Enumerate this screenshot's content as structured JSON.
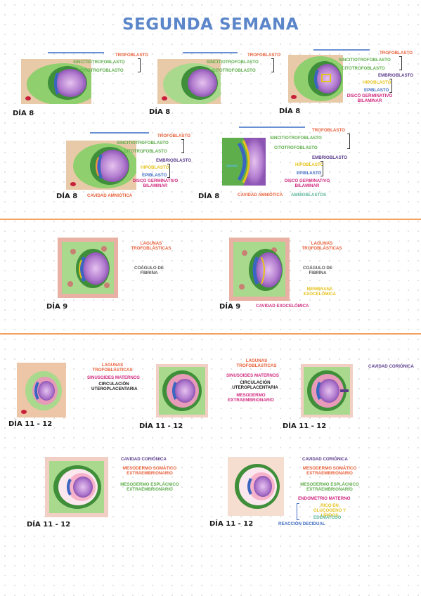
{
  "page": {
    "title": "SEGUNDA SEMANA",
    "colors": {
      "title": "#5b86c9",
      "orange": "#e8603a",
      "green": "#5fae4c",
      "purple": "#5a3c8c",
      "yellow": "#e6c21c",
      "blue": "#3f6cc2",
      "magenta": "#d12a80",
      "teal": "#5ab59a",
      "divider": "#f1a25e"
    }
  },
  "days": {
    "d8": "DÍA 8",
    "d9": "DÍA 9",
    "d11": "DÍA 11 - 12"
  },
  "labels": {
    "trofoblasto": "TROFOBLASTO",
    "sincitio": "SINCITIOTROFOBLASTO",
    "citotrofoblasto": "CITOTROFOBLASTO",
    "embrioblasto": "EMBRIOBLASTO",
    "hipoblasto": "HIPOBLASTO",
    "epiblasto": "EPIBLASTO",
    "disco": "DISCO GERMINATIVO BILAMINAR",
    "cavidad_amniotica": "CAVIDAD AMNIÓTICA",
    "amnioblastos": "AMNIOBLASTOS",
    "lagunas": "LAGUNAS TROFOBLÁSTICAS",
    "coagulo": "COÁGULO DE FIBRINA",
    "membrana": "MEMBRANA EXOCELÓMICA",
    "cavidad_exocelomica": "CAVIDAD EXOCELÓMICA",
    "sinusoides": "SINUSOIDES MATERNOS",
    "circulacion": "CIRCULACIÓN UTEROPLACENTARIA",
    "mesodermo_extra": "MESODERMO EXTRAEMBRIONARIO",
    "cavidad_corionica": "CAVIDAD CORIÓNICA",
    "meso_somatico": "MESODERMO SOMÁTICO EXTRAEMBRIONARIO",
    "meso_esplacnico": "MESODERMO ESPLÁCNICO EXTRAEMBRIONARIO",
    "endometrio": "ENDOMETRIO MATERNO",
    "rico": "RICO EN GLUCÓGENO Y LÍPIDOS",
    "edematoso": "EDEMATOSO",
    "reaccion": "REACCIÓN DECIDUAL"
  }
}
